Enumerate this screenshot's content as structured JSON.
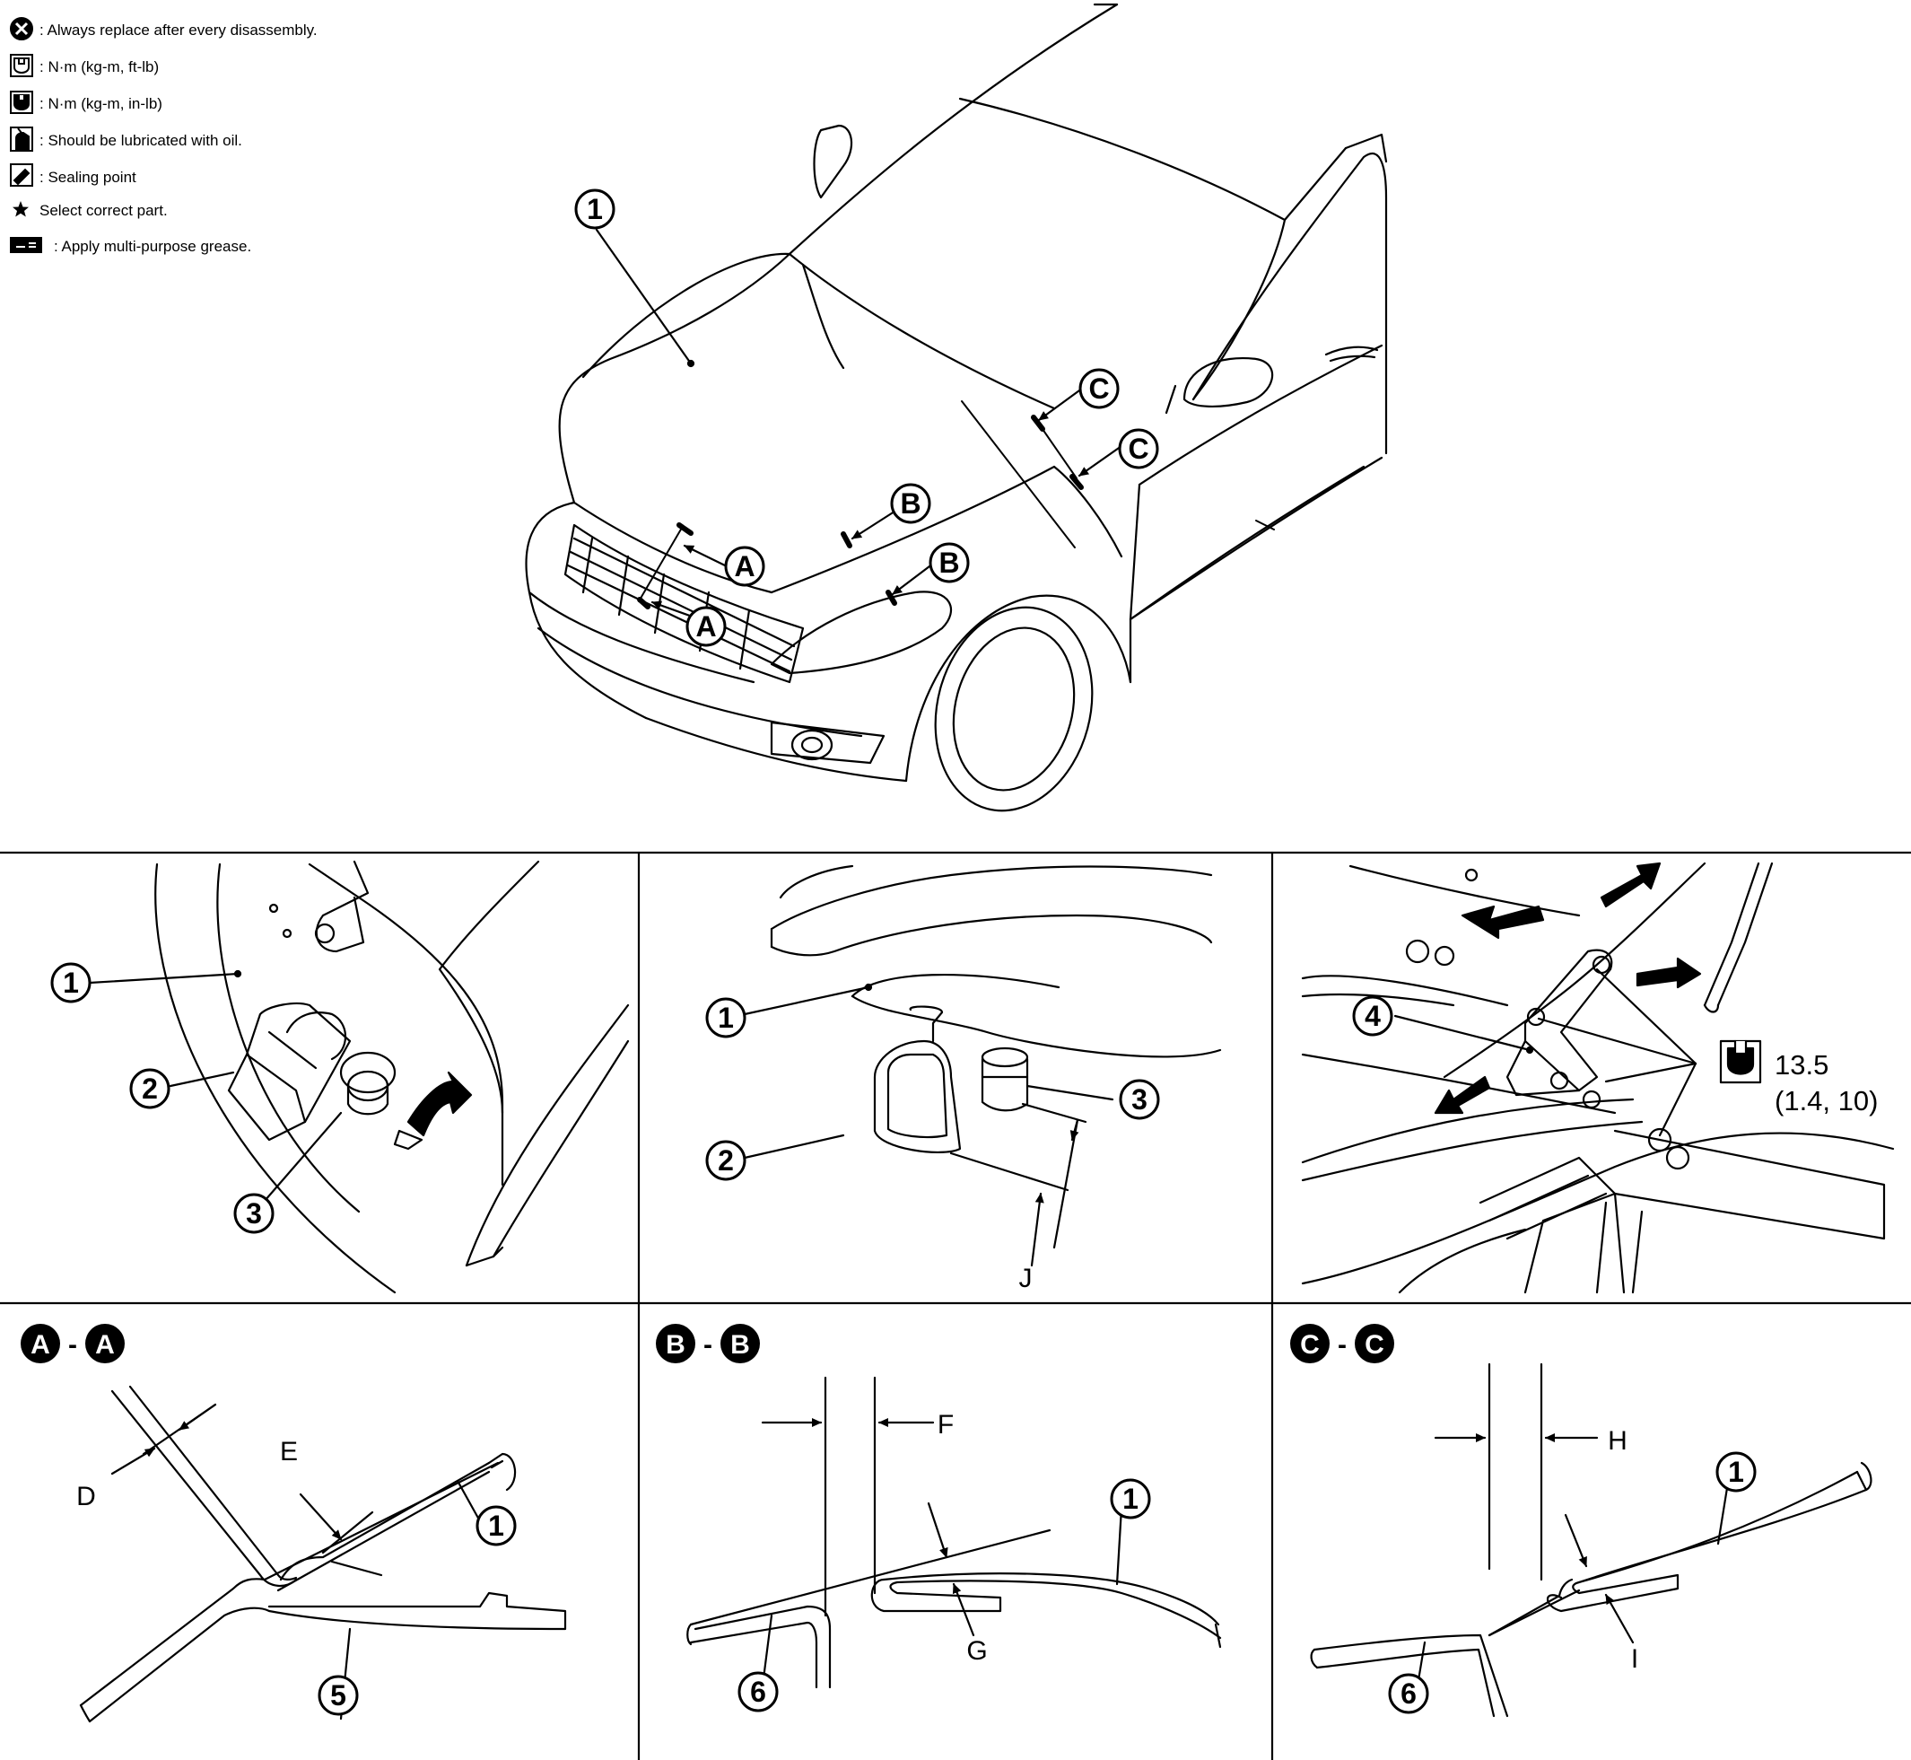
{
  "legend": [
    {
      "icon": "always-replace-icon",
      "text": ": Always replace after every disassembly."
    },
    {
      "icon": "torque-wrench-icon",
      "text": ": N·m (kg-m, ft-lb)"
    },
    {
      "icon": "torque-wrench-filled-icon",
      "text": ": N·m (kg-m, in-lb)"
    },
    {
      "icon": "oil-can-icon",
      "text": ": Should be lubricated with oil."
    },
    {
      "icon": "sealant-icon",
      "text": ": Sealing point"
    },
    {
      "icon": "star-icon",
      "text": "Select correct part."
    },
    {
      "icon": "grease-icon",
      "text": ": Apply multi-purpose grease."
    }
  ],
  "callouts": {
    "n1": "1",
    "n2": "2",
    "n3": "3",
    "n4": "4",
    "n5": "5",
    "n6": "6",
    "a": "A",
    "b": "B",
    "c": "C"
  },
  "dimension_letters": {
    "d": "D",
    "e": "E",
    "f": "F",
    "g": "G",
    "h": "H",
    "i": "I",
    "j": "J"
  },
  "section_separator": "-",
  "torque": {
    "value": "13.5",
    "alt": "(1.4, 10)"
  }
}
